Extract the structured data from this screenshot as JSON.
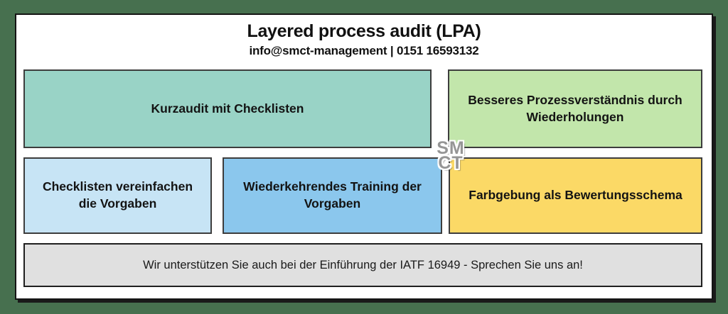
{
  "header": {
    "title": "Layered process audit (LPA)",
    "subtitle": "info@smct-management | 0151 16593132"
  },
  "logo": {
    "top": "SM",
    "bottom": "CT"
  },
  "benefit_boxes": {
    "kurzaudit": {
      "label": "Kurzaudit mit Checklisten",
      "bg": "#99d3c6"
    },
    "prozessverstaendnis": {
      "label": "Besseres Prozessverständnis durch Wiederholungen",
      "bg": "#c2e6ab"
    },
    "checklisten": {
      "label": "Checklisten vereinfachen die Vorgaben",
      "bg": "#c7e4f5"
    },
    "training": {
      "label": "Wiederkehrendes Training der Vorgaben",
      "bg": "#8bc7ed"
    },
    "farbgebung": {
      "label": "Farbgebung als Bewertungsschema",
      "bg": "#fbd966"
    }
  },
  "footer": {
    "text": "Wir unterstützen Sie auch bei der Einführung der IATF 16949 - Sprechen Sie uns an!",
    "bg": "#e0e0e0"
  },
  "colors": {
    "page_background": "#47704f",
    "panel_background": "#ffffff"
  }
}
